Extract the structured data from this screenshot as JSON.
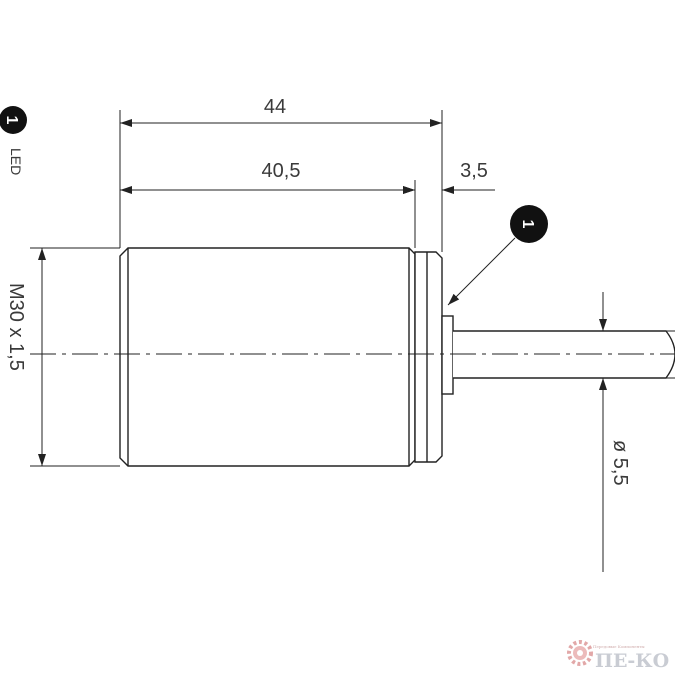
{
  "dimensions": {
    "overall_length": "44",
    "body_length": "40,5",
    "flange_length": "3,5",
    "thread": "M30 x 1,5",
    "cable_diameter": "ø 5,5"
  },
  "legend": {
    "marker_number": "1",
    "marker_label": "LED"
  },
  "callout": {
    "marker_number": "1"
  },
  "watermark": {
    "tagline": "Передовые Компоненты",
    "brand": "ПЕ-КО"
  }
}
